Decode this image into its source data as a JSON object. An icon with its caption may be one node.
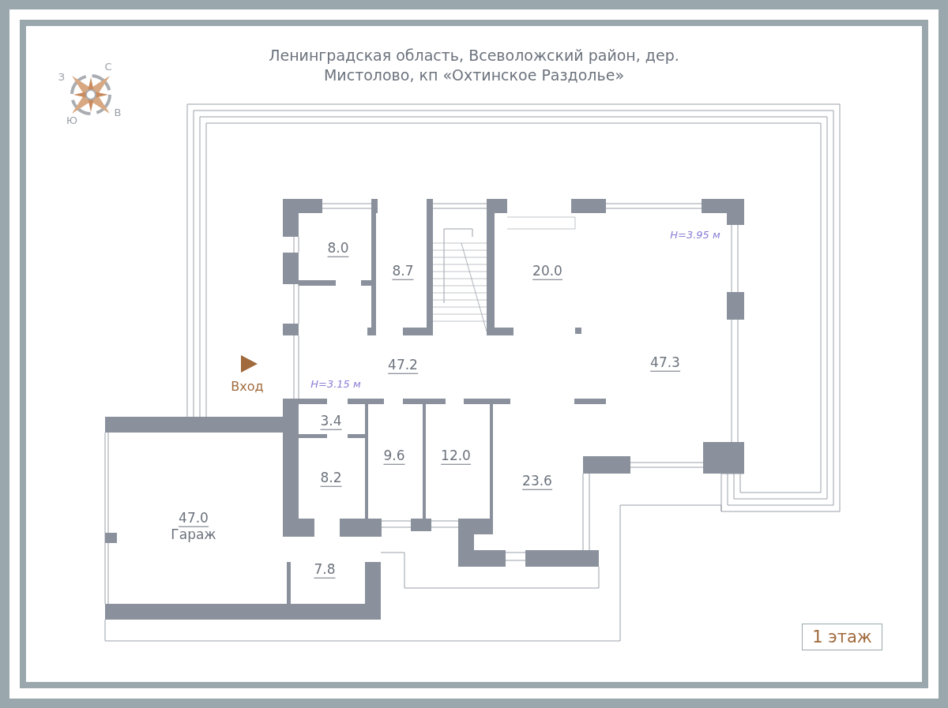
{
  "diagram": {
    "title": "Ленинградская область, Всеволожский район, дер. Мистолово, кп «Охтинское Раздолье»",
    "nodes": [
      {
        "text": [
          "1 этаж"
        ]
      }
    ],
    "labels": [
      "С",
      "З",
      "В",
      "Ю",
      "8.0",
      "8.7",
      "20.0",
      "H=3.95 м",
      "47.2",
      "47.3",
      "Вход",
      "H=3.15 м",
      "3.4",
      "9.6",
      "12.0",
      "8.2",
      "23.6",
      "47.0",
      "Гараж",
      "7.8"
    ]
  }
}
